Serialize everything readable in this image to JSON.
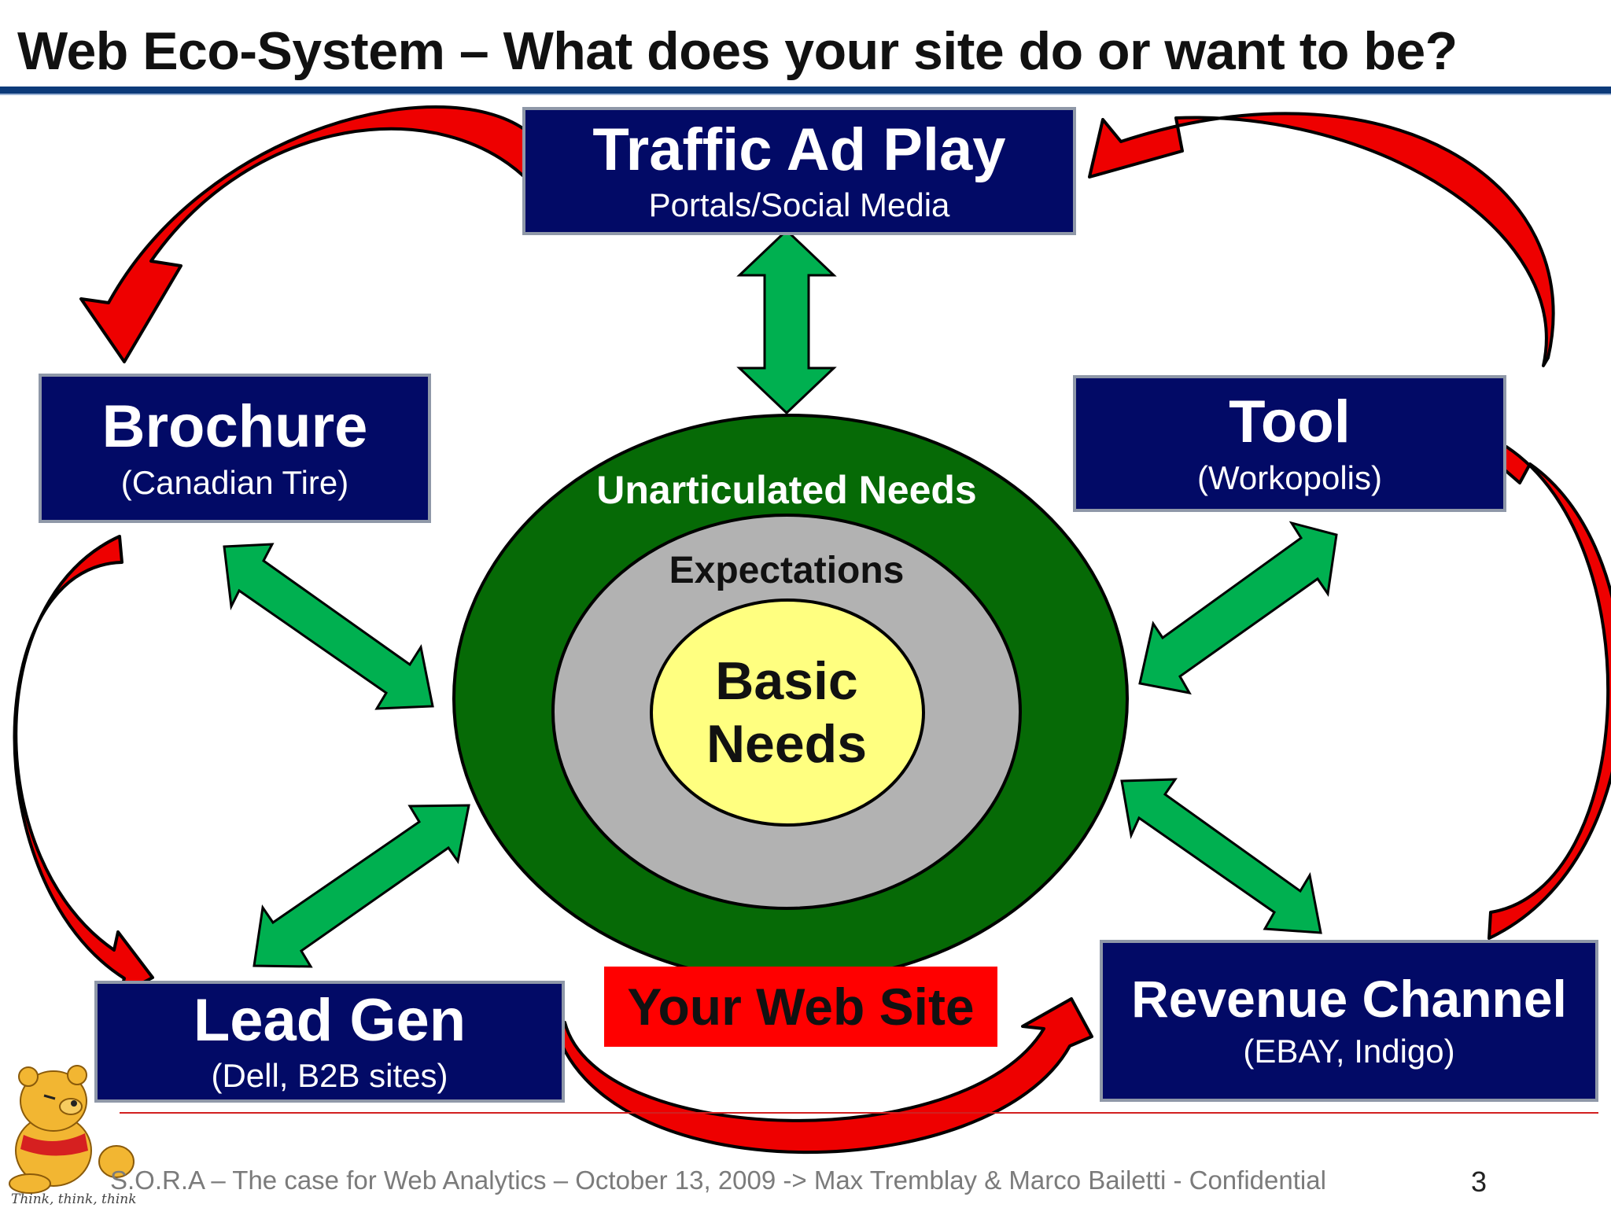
{
  "title": "Web Eco-System – What does your site do or want to be?",
  "nodes": {
    "traffic": {
      "name": "Traffic Ad Play",
      "sub": "Portals/Social Media"
    },
    "brochure": {
      "name": "Brochure",
      "sub": "(Canadian Tire)"
    },
    "tool": {
      "name": "Tool",
      "sub": "(Workopolis)"
    },
    "leadgen": {
      "name": "Lead Gen",
      "sub": "(Dell, B2B sites)"
    },
    "revenue": {
      "name": "Revenue Channel",
      "sub": "(EBAY, Indigo)"
    }
  },
  "center": {
    "outer": "Unarticulated Needs",
    "middle": "Expectations",
    "inner_line1": "Basic",
    "inner_line2": "Needs",
    "site_label": "Your Web Site"
  },
  "footer": {
    "text": "S.O.R.A – The  case for Web Analytics – October 13, 2009  -> Max Tremblay & Marco Bailetti - Confidential",
    "page": "3",
    "mascot_caption": "Think, think, think"
  },
  "colors": {
    "box_fill": "#020a66",
    "outer_ring": "#066a06",
    "middle_ring": "#b2b2b2",
    "inner_circle": "#ffff80",
    "green_arrow": "#00b050",
    "red_arrow": "#ee0000",
    "site_label_bg": "#ff0000"
  }
}
